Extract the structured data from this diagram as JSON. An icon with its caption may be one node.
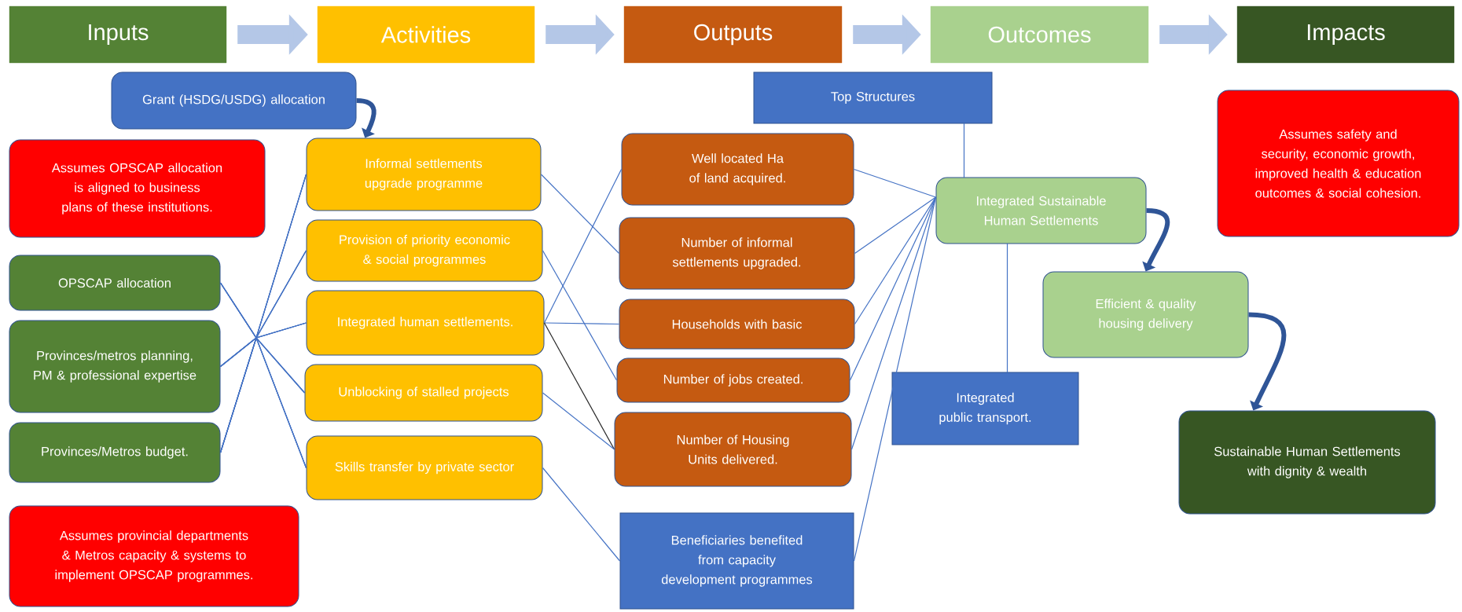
{
  "diagram": {
    "nodes": [
      {
        "text": [
          "Inputs"
        ]
      },
      {
        "text": [
          "Activities"
        ]
      },
      {
        "text": [
          "Outputs"
        ]
      },
      {
        "text": [
          "Outcomes"
        ]
      },
      {
        "text": [
          "Impacts"
        ]
      },
      {
        "text": [
          "Grant (HSDG/USDG) allocation"
        ]
      },
      {
        "text": [
          "Assumes OPSCAP allocation is aligned to business plans of these institutions."
        ]
      },
      {
        "text": [
          "OPSCAP allocation"
        ]
      },
      {
        "text": [
          "Provinces/metros planning, PM & professional expertise"
        ]
      },
      {
        "text": [
          "Provinces/Metros budget."
        ]
      },
      {
        "text": [
          "Assumes provincial departments & Metros capacity & systems to implement OPSCAP programmes."
        ]
      },
      {
        "text": [
          "Informal settlements upgrade programme"
        ]
      },
      {
        "text": [
          "Provision of priority economic & social programmes"
        ]
      },
      {
        "text": [
          "Integrated human settlements."
        ]
      },
      {
        "text": [
          "Unblocking of stalled projects"
        ]
      },
      {
        "text": [
          "Skills transfer by private sector"
        ]
      },
      {
        "text": [
          "Well located Ha of land acquired."
        ]
      },
      {
        "text": [
          "Number of informal settlements upgraded."
        ]
      },
      {
        "text": [
          "Households with basic"
        ]
      },
      {
        "text": [
          "Number of jobs created."
        ]
      },
      {
        "text": [
          "Number of Housing Units delivered."
        ]
      },
      {
        "text": [
          "Beneficiaries benefited from capacity development programmes"
        ]
      },
      {
        "text": [
          "Top Structures"
        ]
      },
      {
        "text": [
          "Integrated Sustainable Human Settlements"
        ]
      },
      {
        "text": [
          "Efficient & quality housing delivery"
        ]
      },
      {
        "text": [
          "Integrated public transport."
        ]
      },
      {
        "text": [
          "Assumes safety and security, economic growth, improved health & education outcomes & social cohesion."
        ]
      },
      {
        "text": [
          "Sustainable Human Settlements with dignity & wealth"
        ]
      }
    ],
    "edges": [
      {
        "from": 0,
        "to": 1,
        "arrow": "to",
        "style": "thick",
        "color": "#b4c7e7"
      },
      {
        "from": 1,
        "to": 2,
        "arrow": "to",
        "style": "thick",
        "color": "#b4c7e7"
      },
      {
        "from": 2,
        "to": 3,
        "arrow": "to",
        "style": "thick",
        "color": "#b4c7e7"
      },
      {
        "from": 3,
        "to": 4,
        "arrow": "to",
        "style": "thick",
        "color": "#b4c7e7"
      },
      {
        "from": 5,
        "to": 11,
        "arrow": "to",
        "style": "thick",
        "color": "#2f5597"
      },
      {
        "from": 7,
        "to": 11,
        "arrow": "none"
      },
      {
        "from": 7,
        "to": 12,
        "arrow": "none"
      },
      {
        "from": 7,
        "to": 13,
        "arrow": "none"
      },
      {
        "from": 7,
        "to": 14,
        "arrow": "none"
      },
      {
        "from": 7,
        "to": 15,
        "arrow": "none"
      },
      {
        "from": 8,
        "to": 11,
        "arrow": "none"
      },
      {
        "from": 8,
        "to": 12,
        "arrow": "none"
      },
      {
        "from": 8,
        "to": 13,
        "arrow": "none"
      },
      {
        "from": 8,
        "to": 14,
        "arrow": "none"
      },
      {
        "from": 8,
        "to": 15,
        "arrow": "none"
      },
      {
        "from": 9,
        "to": 11,
        "arrow": "none"
      },
      {
        "from": 9,
        "to": 12,
        "arrow": "none"
      },
      {
        "from": 9,
        "to": 13,
        "arrow": "none"
      },
      {
        "from": 9,
        "to": 14,
        "arrow": "none"
      },
      {
        "from": 9,
        "to": 15,
        "arrow": "none"
      },
      {
        "from": 11,
        "to": 17,
        "arrow": "none"
      },
      {
        "from": 12,
        "to": 19,
        "arrow": "none"
      },
      {
        "from": 13,
        "to": 16,
        "arrow": "none"
      },
      {
        "from": 13,
        "to": 18,
        "arrow": "none"
      },
      {
        "from": 13,
        "to": 20,
        "arrow": "none",
        "color": "#262626"
      },
      {
        "from": 14,
        "to": 20,
        "arrow": "none"
      },
      {
        "from": 15,
        "to": 21,
        "arrow": "none"
      },
      {
        "from": 16,
        "to": 23,
        "arrow": "none"
      },
      {
        "from": 17,
        "to": 23,
        "arrow": "none"
      },
      {
        "from": 18,
        "to": 23,
        "arrow": "none"
      },
      {
        "from": 19,
        "to": 23,
        "arrow": "none"
      },
      {
        "from": 20,
        "to": 23,
        "arrow": "none"
      },
      {
        "from": 21,
        "to": 23,
        "arrow": "none"
      },
      {
        "from": 22,
        "to": 23,
        "arrow": "none"
      },
      {
        "from": 23,
        "to": 25,
        "arrow": "none"
      },
      {
        "from": 23,
        "to": 24,
        "arrow": "to",
        "style": "thick",
        "color": "#2f5597"
      },
      {
        "from": 24,
        "to": 27,
        "arrow": "to",
        "style": "thick",
        "color": "#2f5597"
      }
    ]
  }
}
